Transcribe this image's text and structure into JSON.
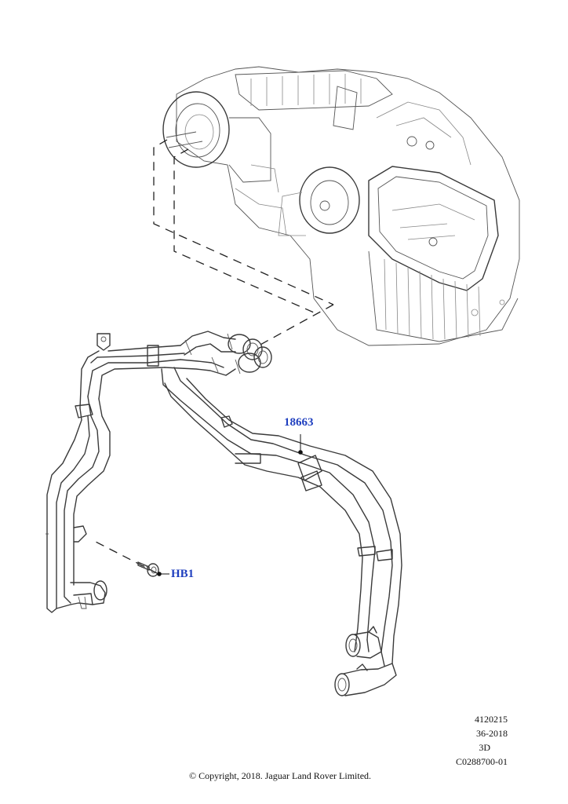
{
  "callouts": {
    "hose_assembly": "18663",
    "bolt": "HB1"
  },
  "meta": {
    "line1": "4120215",
    "line2": "36-2018",
    "line3": "3D",
    "line4": "C0288700-01"
  },
  "copyright": "© Copyright, 2018. Jaguar Land Rover Limited.",
  "colors": {
    "callout": "#1f3fbf",
    "linework": "#3a3a3a"
  }
}
